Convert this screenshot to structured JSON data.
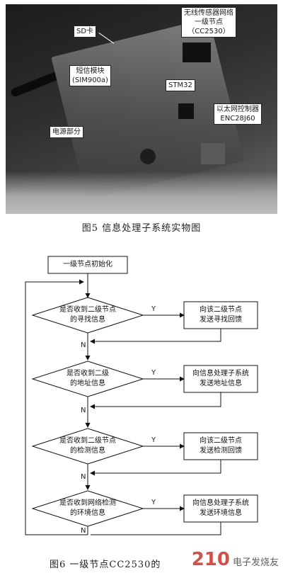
{
  "figure5": {
    "labels": {
      "sd_card": "SD卡",
      "wireless_l1": "无线传感器网络",
      "wireless_l2": "一级节点",
      "wireless_l3": "（CC2530）",
      "sms_l1": "短信模块",
      "sms_l2": "(SIM900a)",
      "stm32": "STM32",
      "eth_l1": "以太网控制器",
      "eth_l2": "ENC28J60",
      "power": "电源部分"
    },
    "caption": "图5   信息处理子系统实物图"
  },
  "figure6": {
    "start": "一级节点初始化",
    "decisions": [
      {
        "l1": "是否收到二级节点",
        "l2": "的寻找信息"
      },
      {
        "l1": "是否收到二级",
        "l2": "的地址信息"
      },
      {
        "l1": "是否收到二级节点",
        "l2": "的检测信息"
      },
      {
        "l1": "是否收到网络检测",
        "l2": "的环境信息"
      }
    ],
    "actions": [
      {
        "l1": "向该二级节点",
        "l2": "发送寻找回馈"
      },
      {
        "l1": "向信息处理子系统",
        "l2": "发送地址信息"
      },
      {
        "l1": "向该二级节点",
        "l2": "发送检测回馈"
      },
      {
        "l1": "向信息处理子系统",
        "l2": "发送环境信息"
      }
    ],
    "yes": "Y",
    "no": "N",
    "caption": "图6   一级节点CC2530的"
  },
  "watermark": {
    "main": "210",
    "sub": "电子发烧友"
  }
}
